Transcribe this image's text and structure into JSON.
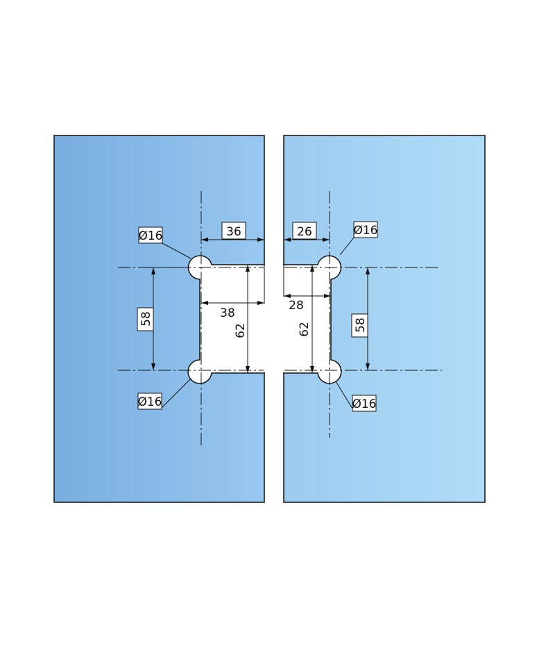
{
  "colors": {
    "panel_left_start": "#78ade0",
    "panel_left_end": "#98c8ef",
    "panel_right_start": "#9ccbf0",
    "panel_right_end": "#b0dcf8",
    "cutout": "#ffffff",
    "line": "#111111"
  },
  "labels": {
    "hole_top_left": "Ø16",
    "hole_top_right": "Ø16",
    "hole_bottom_left": "Ø16",
    "hole_bottom_right": "Ø16",
    "dim_top_left": "36",
    "dim_top_right": "26",
    "dim_inner_left": "38",
    "dim_inner_right": "28",
    "dim_vert_outer_left": "58",
    "dim_vert_outer_right": "58",
    "dim_vert_inner_left": "62",
    "dim_vert_inner_right": "62"
  }
}
